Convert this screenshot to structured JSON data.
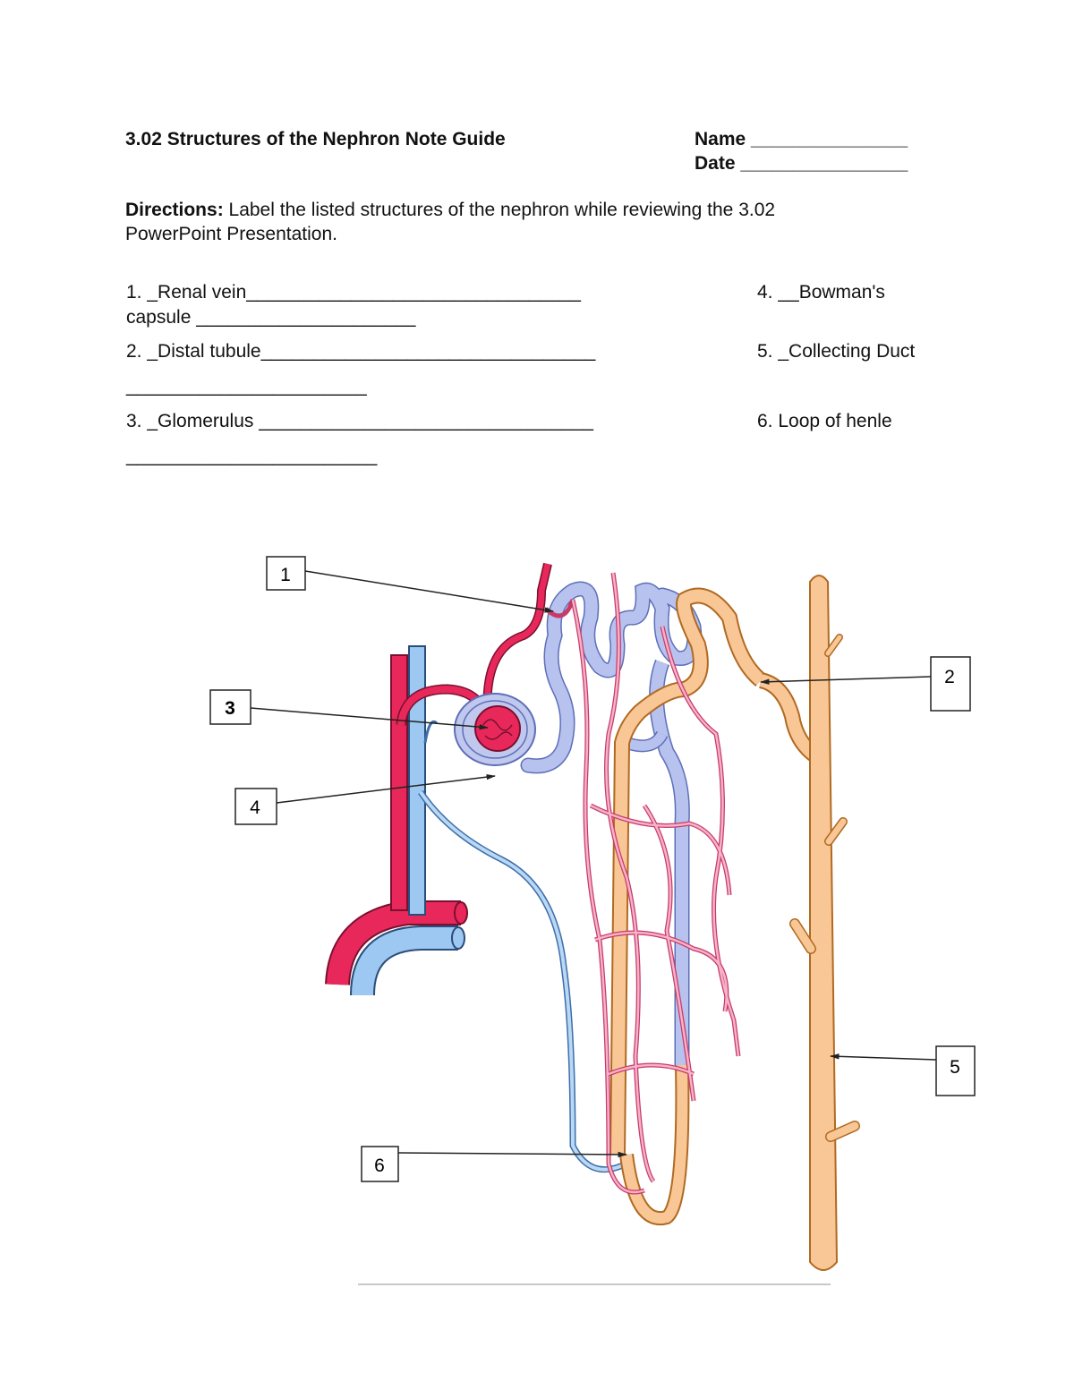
{
  "header": {
    "title": "3.02 Structures of the Nephron Note Guide",
    "name_label": "Name",
    "name_line": "_______________",
    "date_label": "Date",
    "date_line": "________________"
  },
  "directions": {
    "label": "Directions:",
    "text_line1": " Label the listed structures of the nephron while reviewing the 3.02",
    "text_line2": "PowerPoint Presentation."
  },
  "items": {
    "i1": "1.  _Renal vein________________________________",
    "i1_cont": "capsule  _____________________",
    "i2": "2.  _Distal tubule________________________________",
    "i2_cont": "_______________________",
    "i3": "3.  _Glomerulus ________________________________",
    "i3_cont": "________________________",
    "i4": "4.  __Bowman's",
    "i5": "5.  _Collecting Duct",
    "i6": "6.  Loop of henle"
  },
  "diagram": {
    "callouts": [
      "1",
      "2",
      "3",
      "4",
      "5",
      "6"
    ],
    "colors": {
      "artery": "#e8285a",
      "vein": "#9cc8f2",
      "tubule_blue": "#b7c2ee",
      "tubule_orange": "#f9c796",
      "capillary_pink": "#f29ab6"
    }
  }
}
